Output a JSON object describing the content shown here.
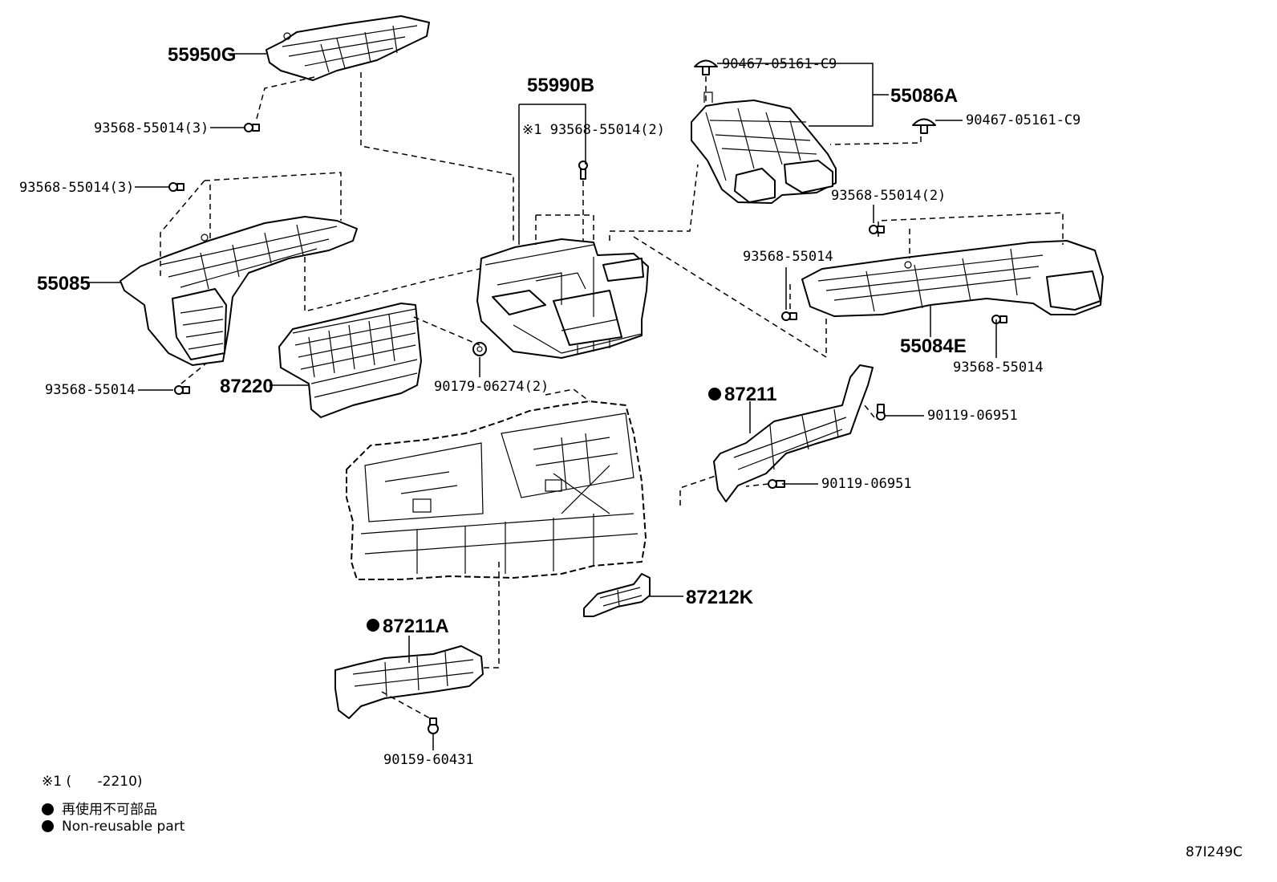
{
  "labels": {
    "p55950G": "55950G",
    "p93568_3_top": "93568-55014(3)",
    "p55990B": "55990B",
    "p93568_2_mark": "※1 93568-55014(2)",
    "p90467_a": "90467-05161-C9",
    "p55086A": "55086A",
    "p90467_b": "90467-05161-C9",
    "p93568_3_left": "93568-55014(3)",
    "p93568_2_right": "93568-55014(2)",
    "p55085": "55085",
    "p93568_mid": "93568-55014",
    "p87220": "87220",
    "p90179": "90179-06274(2)",
    "p93568_left_bottom": "93568-55014",
    "p55084E": "55084E",
    "p93568_right_bottom": "93568-55014",
    "p87211": "87211",
    "p90119_a": "90119-06951",
    "p90119_b": "90119-06951",
    "p87212K": "87212K",
    "p87211A": "87211A",
    "p90159": "90159-60431"
  },
  "legend": {
    "footnote": "※1 (      -2210)",
    "non_reusable_ja": "再使用不可部品",
    "non_reusable_en": "Non-reusable part"
  },
  "diagram_id": "87I249C"
}
